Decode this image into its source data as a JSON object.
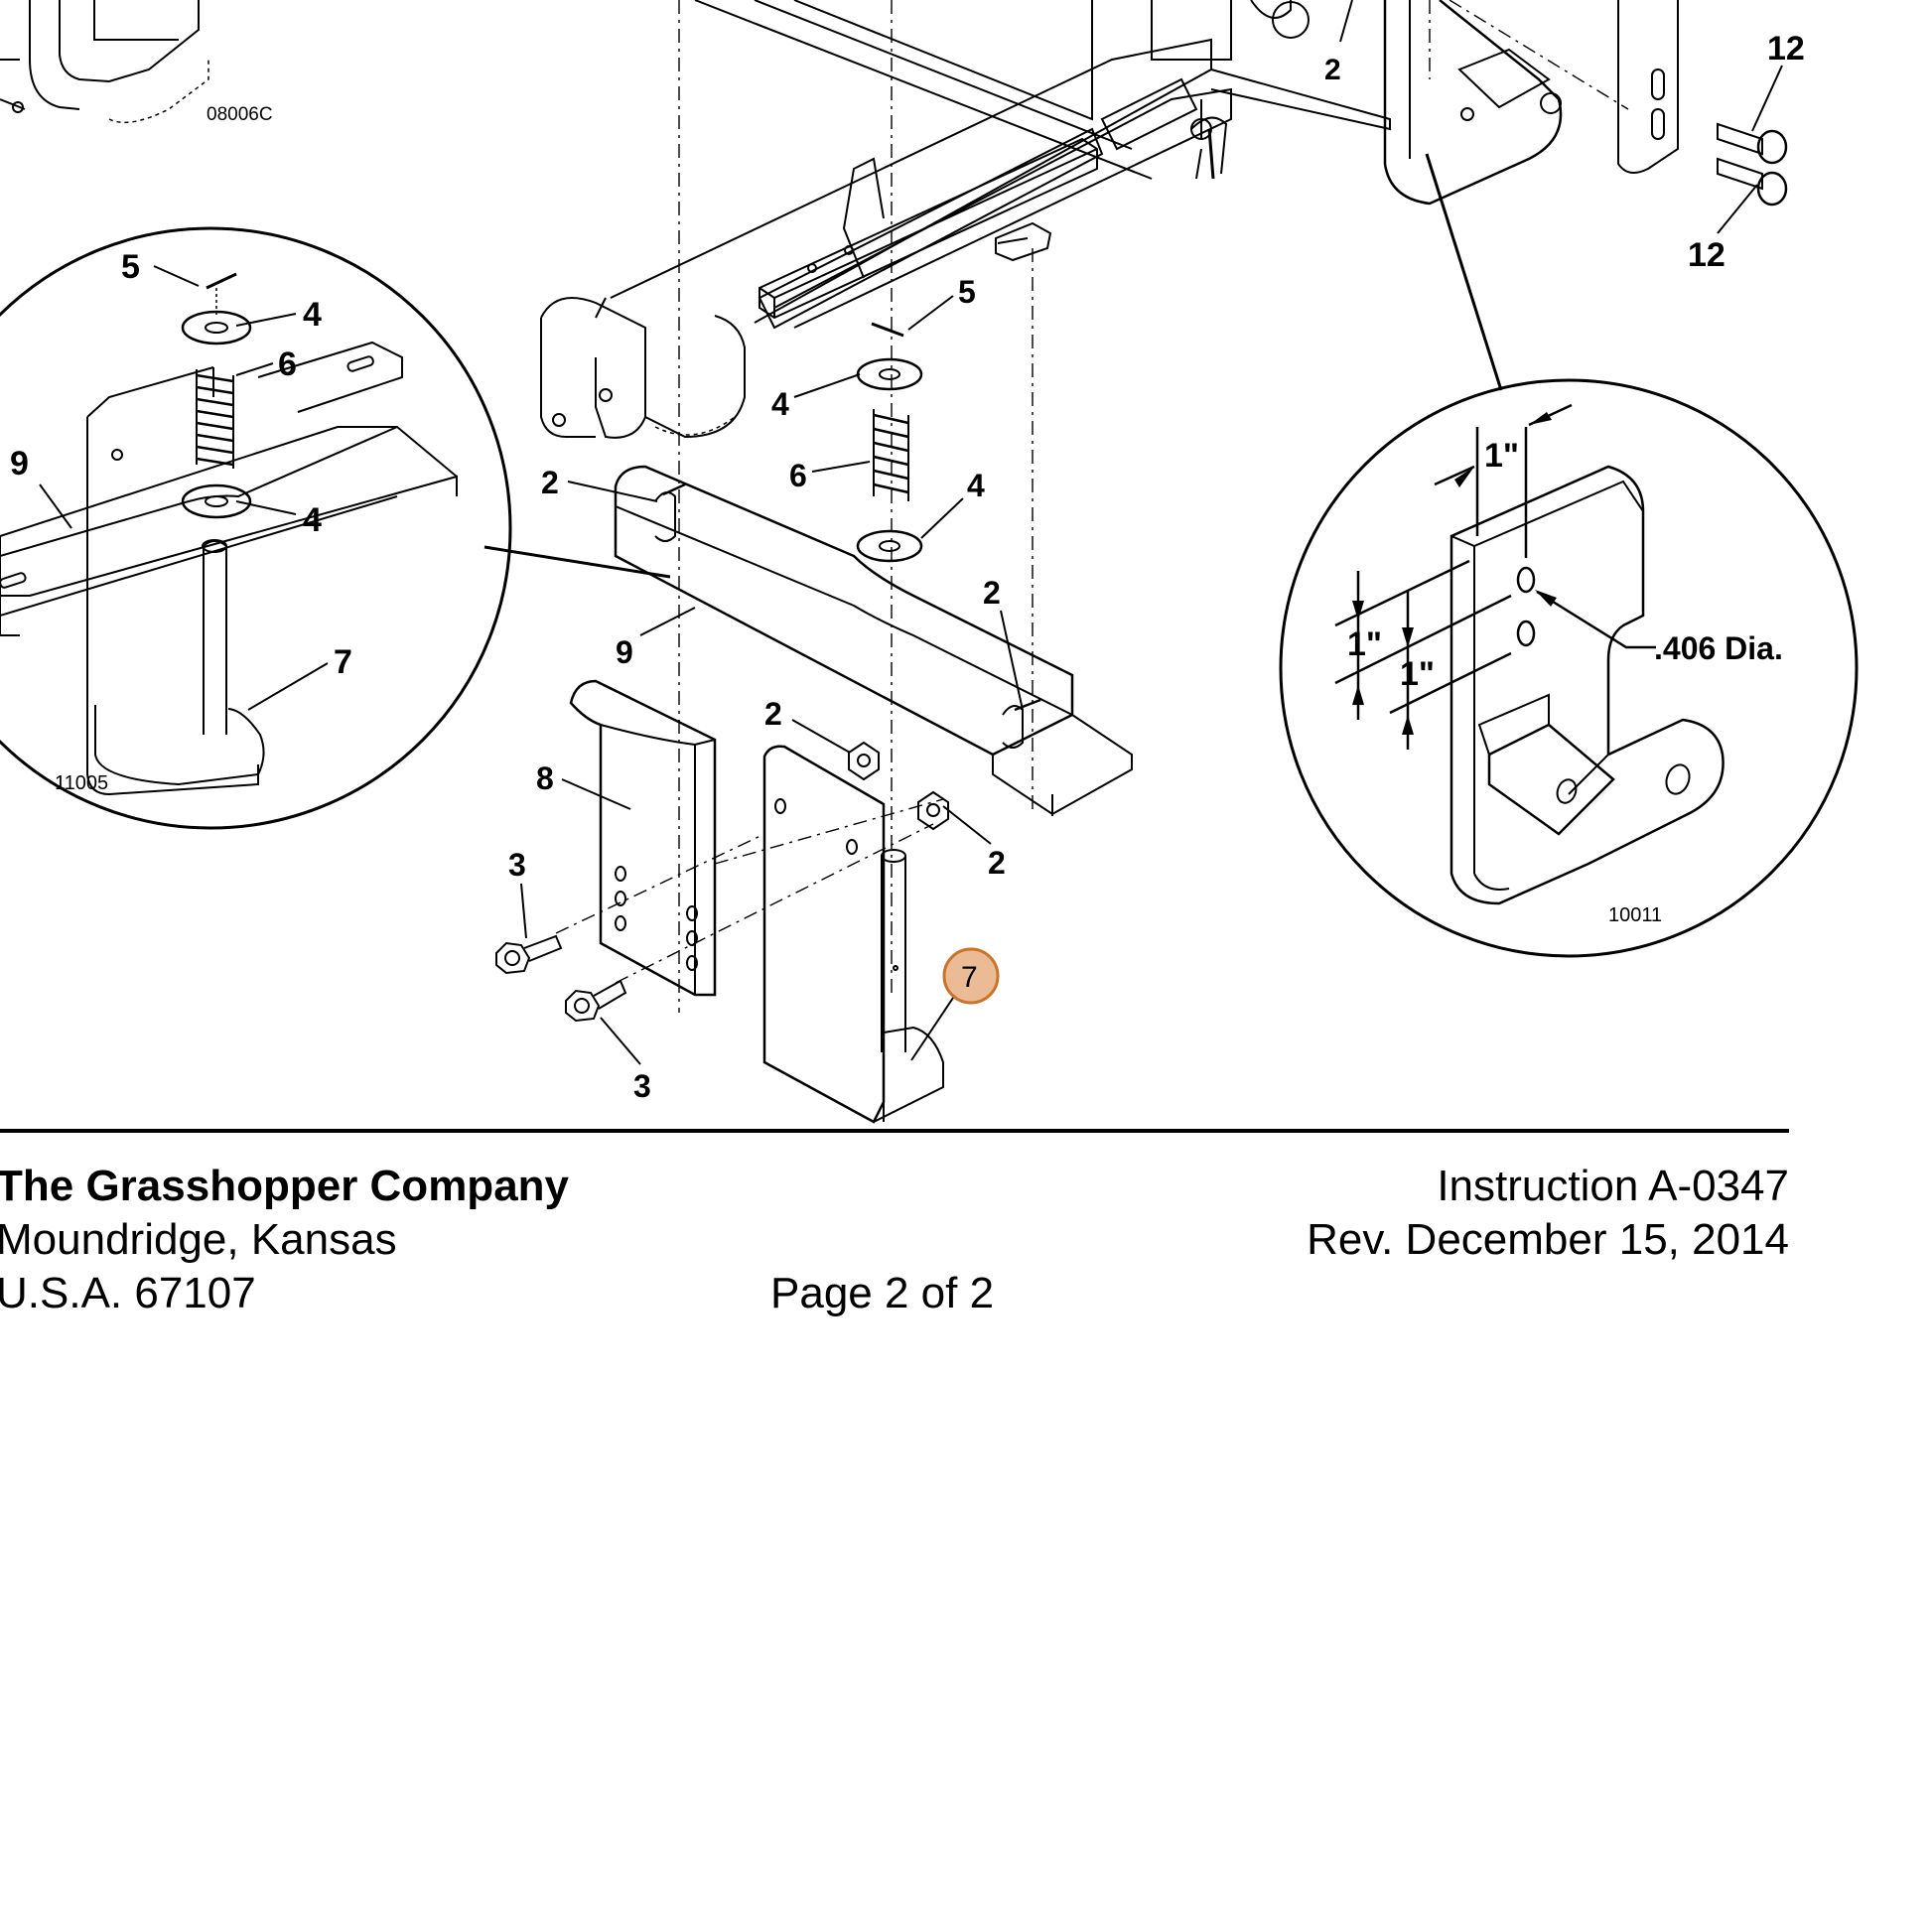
{
  "drawing": {
    "ref_codes": [
      "08006C",
      "11005",
      "10011"
    ],
    "callouts": {
      "top_right_upper": "12",
      "top_right_lower": "12",
      "top_mid": "2",
      "detail_left_5": "5",
      "detail_left_4a": "4",
      "detail_left_6": "6",
      "detail_left_9": "9",
      "detail_left_4b": "4",
      "detail_left_7": "7",
      "main_5": "5",
      "main_4a": "4",
      "main_6": "6",
      "main_4b": "4",
      "main_2_left": "2",
      "main_9": "9",
      "main_2_right": "2",
      "main_2_nut": "2",
      "main_2_nut_right": "2",
      "main_8": "8",
      "main_3_upper": "3",
      "main_3_lower": "3",
      "main_7_highlight": "7"
    },
    "dimensions": {
      "dim_top": "1\"",
      "dim_left": "1\"",
      "dim_lower": "1\"",
      "hole_dia": ".406 Dia."
    },
    "highlight_color": "#e8b48a",
    "highlight_stroke": "#c8742a"
  },
  "footer": {
    "company": "The Grasshopper Company",
    "city": "Moundridge, Kansas",
    "zip": "U.S.A. 67107",
    "page": "Page 2 of 2",
    "instruction": "Instruction A-0347",
    "revision": "Rev. December 15, 2014"
  }
}
